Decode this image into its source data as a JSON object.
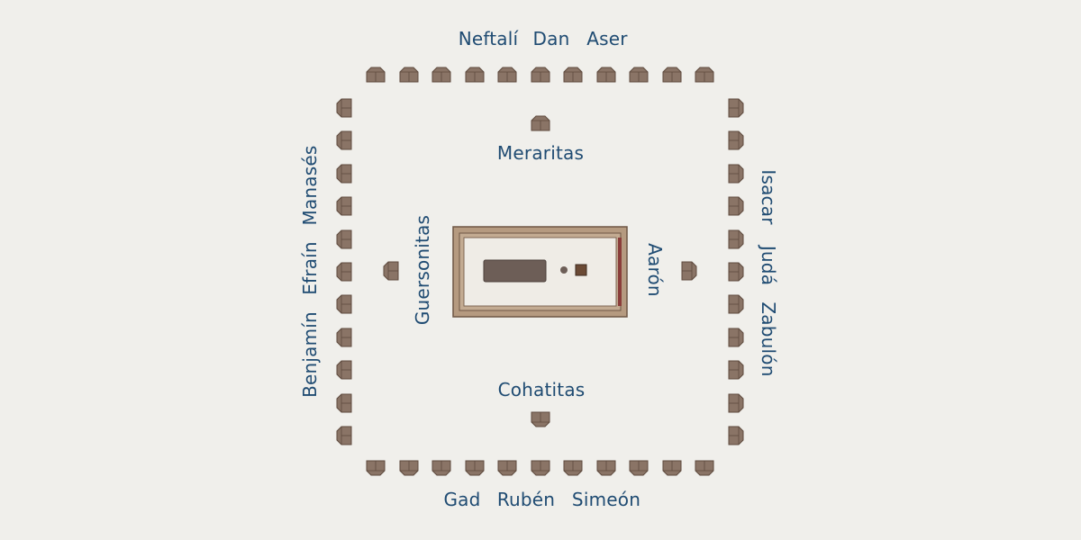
{
  "camps": {
    "north": [
      "Neftalí",
      "Dan",
      "Aser"
    ],
    "south": [
      "Gad",
      "Rubén",
      "Simeón"
    ],
    "west": [
      "Benjamín",
      "Efraín",
      "Manasés"
    ],
    "east": [
      "Isacar",
      "Judá",
      "Zabulón"
    ]
  },
  "levites": {
    "north": "Meraritas",
    "south": "Cohatitas",
    "west": "Guersonitas",
    "east": "Aarón"
  },
  "colors": {
    "background": "#f0efeb",
    "label": "#1f4b72",
    "tent": "#8a7466",
    "tent_dark": "#5e4a3e",
    "tabernacle_frame": "#9a7d64"
  }
}
